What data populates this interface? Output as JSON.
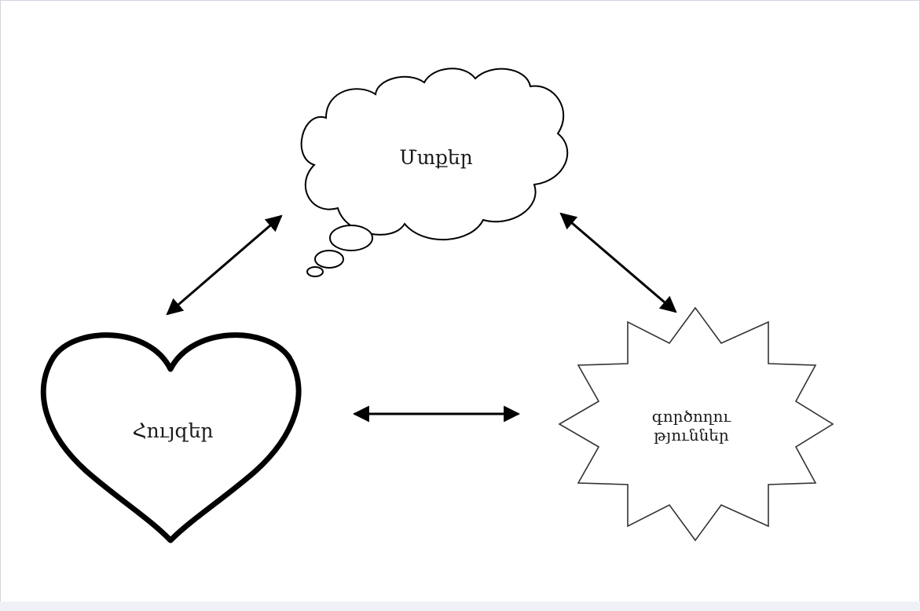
{
  "diagram": {
    "nodes": {
      "thoughts": {
        "label": "Մտքեր",
        "shape": "thought-cloud"
      },
      "feelings": {
        "label": "Հույզեր",
        "shape": "heart"
      },
      "actions": {
        "label_line1": "գործողու",
        "label_line2": "թյուններ",
        "shape": "starburst"
      }
    },
    "edges": [
      {
        "from": "feelings",
        "to": "thoughts",
        "style": "double-arrow"
      },
      {
        "from": "thoughts",
        "to": "actions",
        "style": "double-arrow"
      },
      {
        "from": "feelings",
        "to": "actions",
        "style": "double-arrow"
      }
    ],
    "colors": {
      "stroke": "#000000",
      "background": "#ffffff"
    }
  }
}
